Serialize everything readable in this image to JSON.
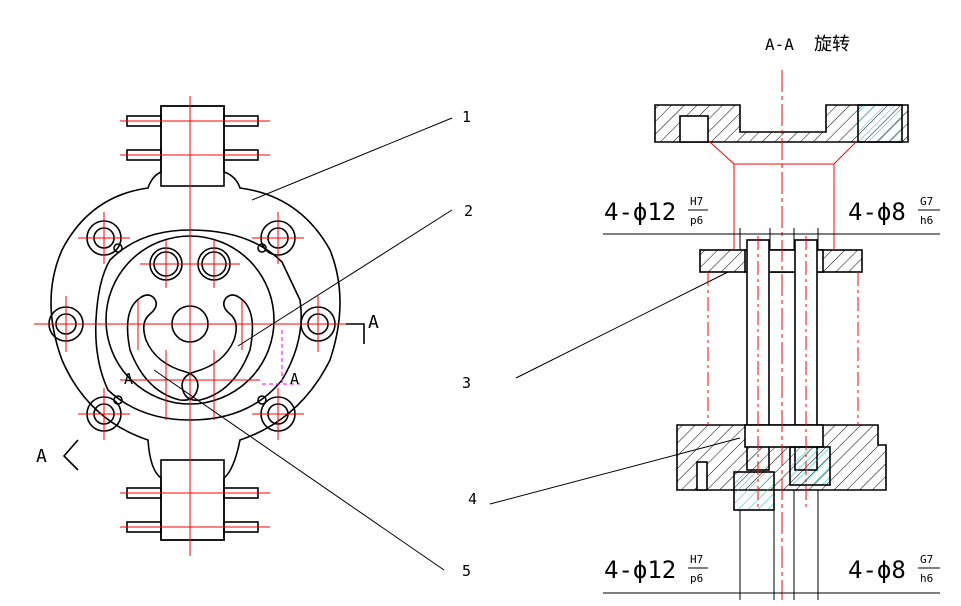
{
  "section_title": {
    "label": "A-A",
    "suffix": "旋转"
  },
  "part_numbers": [
    "1",
    "2",
    "3",
    "4",
    "5"
  ],
  "section_markers": {
    "right_arrow": "A",
    "left_arrow": "A",
    "inner_left": "A",
    "inner_right": "A"
  },
  "dimensions": {
    "top_left": {
      "prefix": "4-ϕ12",
      "upper": "H7",
      "lower": "p6"
    },
    "top_right": {
      "prefix": "4-ϕ8",
      "upper": "G7",
      "lower": "h6"
    },
    "bottom_left": {
      "prefix": "4-ϕ12",
      "upper": "H7",
      "lower": "p6"
    },
    "bottom_right": {
      "prefix": "4-ϕ8",
      "upper": "G7",
      "lower": "h6"
    }
  },
  "colors": {
    "outline": "#000000",
    "centerline": "#ff0000",
    "hatch": "#000000",
    "pin_fill": "#00c8c8",
    "hidden": "#ff00ff"
  }
}
